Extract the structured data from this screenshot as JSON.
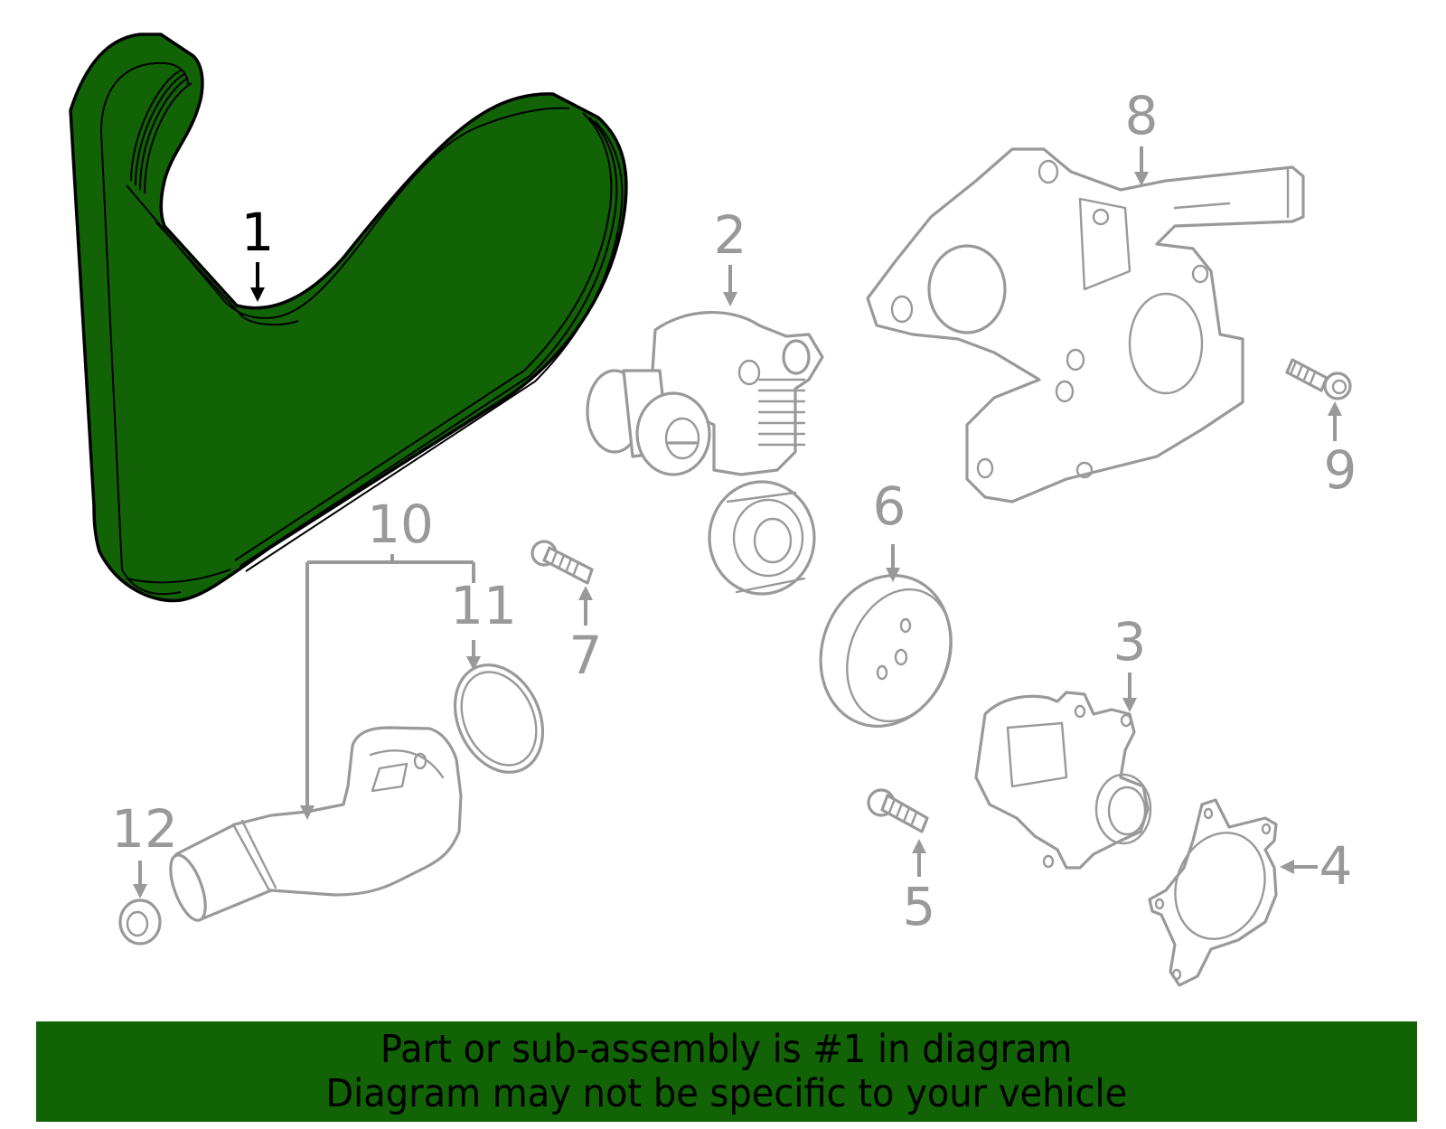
{
  "diagram": {
    "highlight_color": "#116306",
    "line_color": "#999999",
    "highlighted_part": "1",
    "callouts": [
      {
        "id": "1",
        "label": "1",
        "part": "serpentine-belt"
      },
      {
        "id": "2",
        "label": "2",
        "part": "belt-tensioner"
      },
      {
        "id": "3",
        "label": "3",
        "part": "water-pump"
      },
      {
        "id": "4",
        "label": "4",
        "part": "water-pump-gasket"
      },
      {
        "id": "5",
        "label": "5",
        "part": "water-pump-bolt"
      },
      {
        "id": "6",
        "label": "6",
        "part": "water-pump-pulley"
      },
      {
        "id": "7",
        "label": "7",
        "part": "tensioner-bolt"
      },
      {
        "id": "8",
        "label": "8",
        "part": "thermostat-housing"
      },
      {
        "id": "9",
        "label": "9",
        "part": "housing-bolt"
      },
      {
        "id": "10",
        "label": "10",
        "part": "coolant-pipe-assembly"
      },
      {
        "id": "11",
        "label": "11",
        "part": "o-ring"
      },
      {
        "id": "12",
        "label": "12",
        "part": "nut"
      }
    ]
  },
  "banner": {
    "line1": "Part or sub-assembly is #1 in diagram",
    "line2": "Diagram may not be specific to your vehicle",
    "background": "#116306"
  }
}
